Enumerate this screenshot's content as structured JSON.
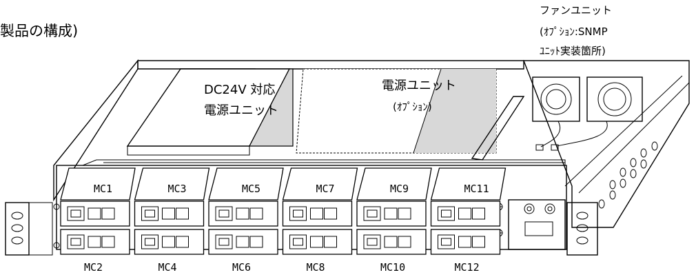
{
  "caption": "製品の構成)",
  "labels": {
    "fan_unit": [
      "ファンユニット",
      "(ｵﾌﾟｼｮﾝ:SNMP",
      "ﾕﾆｯﾄ実装箇所)"
    ],
    "dc24v_psu": [
      "DC24V 対応",
      "電源ユニット"
    ],
    "optional_psu": [
      "電源ユニット",
      "(ｵﾌﾟｼｮﾝ)"
    ]
  },
  "slots_top": [
    "MC1",
    "MC3",
    "MC5",
    "MC7",
    "MC9",
    "MC11"
  ],
  "slots_bottom": [
    "MC2",
    "MC4",
    "MC6",
    "MC8",
    "MC10",
    "MC12"
  ]
}
